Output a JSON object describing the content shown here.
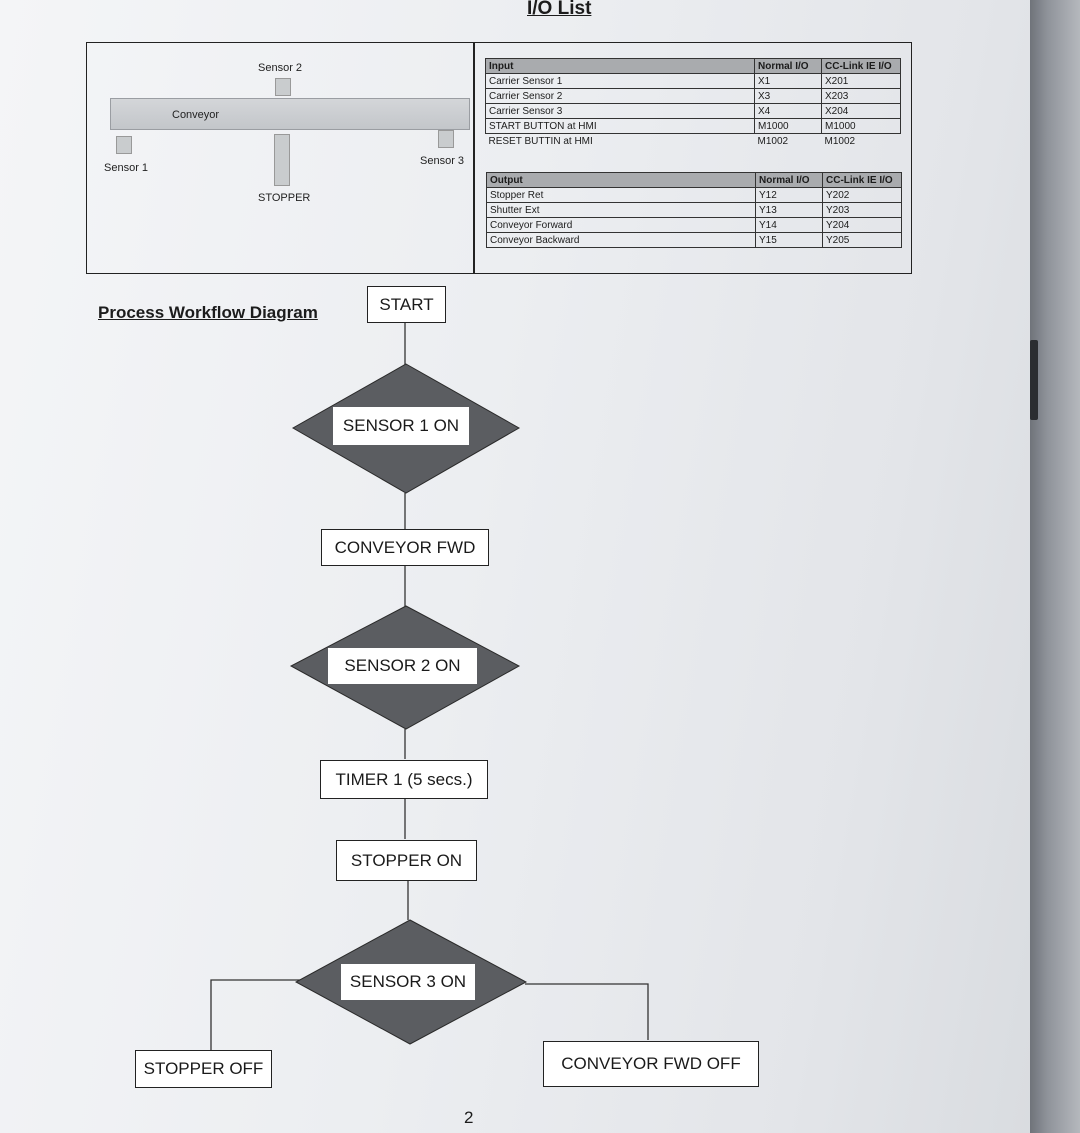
{
  "page": {
    "io_title": "I/O List",
    "workflow_title": "Process Workflow Diagram",
    "page_number": "2"
  },
  "layout_diagram": {
    "sensor2": "Sensor 2",
    "conveyor": "Conveyor",
    "sensor1": "Sensor 1",
    "stopper": "STOPPER",
    "sensor3": "Sensor 3"
  },
  "input_table": {
    "header": "Input",
    "col_normal": "Normal I/O",
    "col_cclink": "CC-Link IE I/O",
    "rows": [
      {
        "label": "Carrier Sensor 1",
        "normal": "X1",
        "cclink": "X201"
      },
      {
        "label": "Carrier Sensor 2",
        "normal": "X3",
        "cclink": "X203"
      },
      {
        "label": "Carrier Sensor 3",
        "normal": "X4",
        "cclink": "X204"
      },
      {
        "label": "START BUTTON at HMI",
        "normal": "M1000",
        "cclink": "M1000"
      },
      {
        "label": "RESET BUTTIN at HMI",
        "normal": "M1002",
        "cclink": "M1002"
      }
    ]
  },
  "output_table": {
    "header": "Output",
    "col_normal": "Normal I/O",
    "col_cclink": "CC-Link IE I/O",
    "rows": [
      {
        "label": "Stopper Ret",
        "normal": "Y12",
        "cclink": "Y202"
      },
      {
        "label": "Shutter Ext",
        "normal": "Y13",
        "cclink": "Y203"
      },
      {
        "label": "Conveyor Forward",
        "normal": "Y14",
        "cclink": "Y204"
      },
      {
        "label": "Conveyor Backward",
        "normal": "Y15",
        "cclink": "Y205"
      }
    ]
  },
  "flow": {
    "start": "START",
    "sensor1_on": "SENSOR 1 ON",
    "conveyor_fwd": "CONVEYOR FWD",
    "sensor2_on": "SENSOR 2 ON",
    "timer1": "TIMER 1 (5 secs.)",
    "stopper_on": "STOPPER  ON",
    "sensor3_on": "SENSOR 3 ON",
    "stopper_off": "STOPPER OFF",
    "conveyor_fwd_off": "CONVEYOR FWD OFF"
  },
  "colors": {
    "diamond_fill": "#5b5d61",
    "paper": "#eef0f3"
  }
}
